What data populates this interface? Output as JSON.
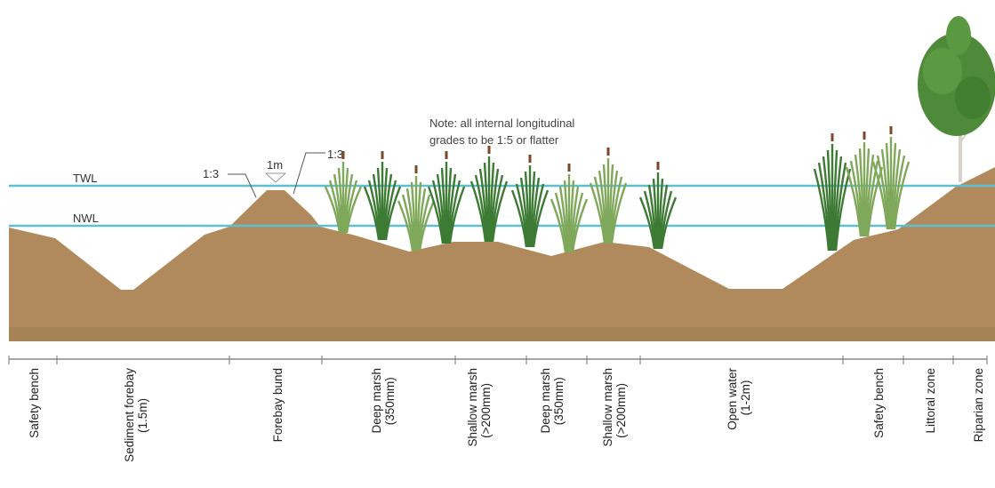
{
  "note": {
    "line1": "Note: all internal longitudinal",
    "line2": "grades to be 1:5 or flatter"
  },
  "water_levels": {
    "twl": "TWL",
    "nwl": "NWL"
  },
  "bund_annotations": {
    "left_slope": "1:3",
    "crest": "1m",
    "right_slope": "1:3"
  },
  "zones": [
    {
      "line1": "Safety bench",
      "line2": ""
    },
    {
      "line1": "Sediment forebay",
      "line2": "(1.5m)"
    },
    {
      "line1": "Forebay bund",
      "line2": ""
    },
    {
      "line1": "Deep marsh",
      "line2": "(350mm)"
    },
    {
      "line1": "Shallow marsh",
      "line2": "(>200mm)"
    },
    {
      "line1": "Deep marsh",
      "line2": "(350mm)"
    },
    {
      "line1": "Shallow marsh",
      "line2": "(>200mm)"
    },
    {
      "line1": "Open water",
      "line2": "(1-2m)"
    },
    {
      "line1": "Safety bench",
      "line2": ""
    },
    {
      "line1": "Littoral zone",
      "line2": ""
    },
    {
      "line1": "Riparian zone",
      "line2": ""
    }
  ],
  "colors": {
    "soil": "#b08a5c",
    "soil_shadow": "#9c7a50",
    "water_line": "#5fbfd0",
    "reed": "#3d7a34",
    "reed_light": "#7fa85a",
    "tree_canopy": "#4f8a3a",
    "tree_trunk": "#d8d2c8"
  },
  "icons": {
    "reed_clump": "reed-icon",
    "tree": "tree-icon"
  }
}
